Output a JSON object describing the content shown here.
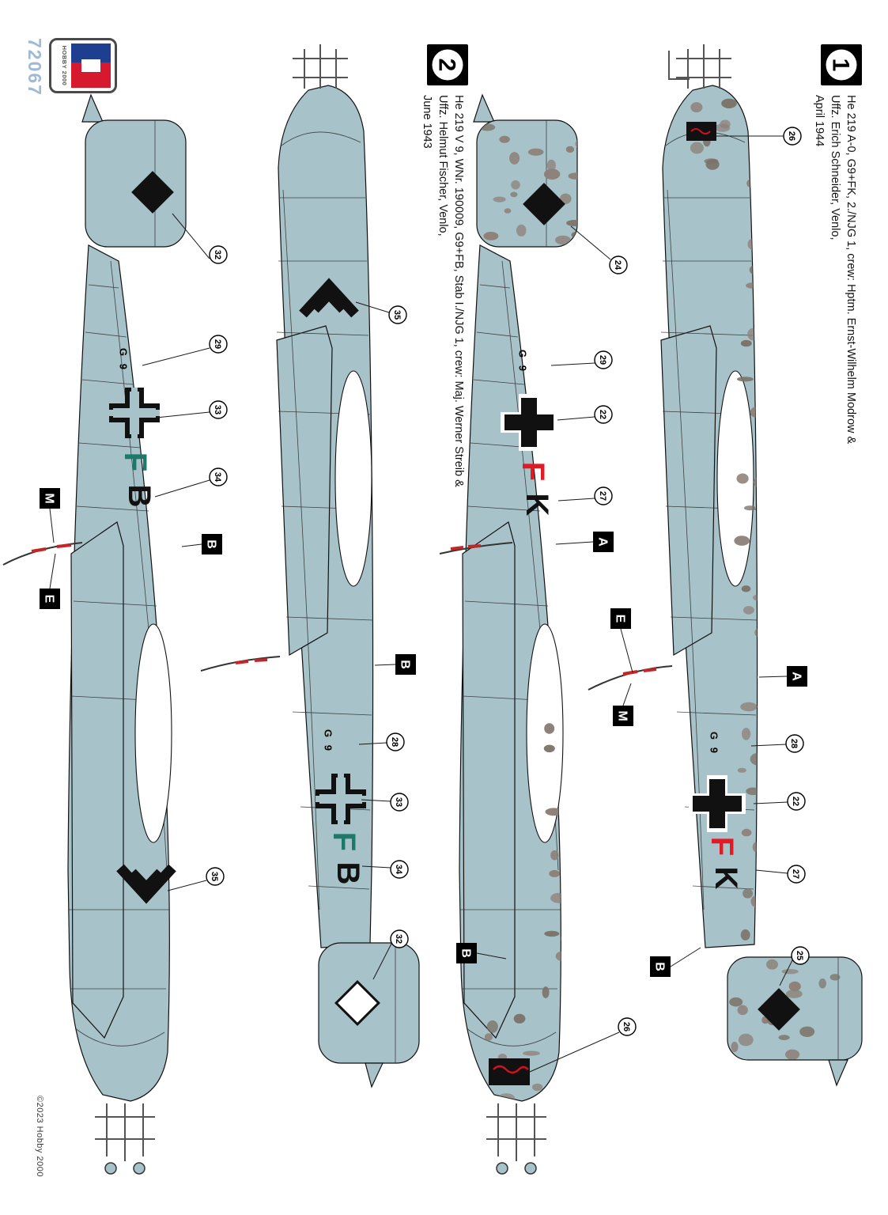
{
  "sheet": {
    "catalog_number": "72067",
    "brand_logo_text": "HOBBY 2000",
    "copyright": "©2023 Hobby 2000"
  },
  "colors": {
    "base": "#a7c2c8",
    "mottle": "#8d8078",
    "mottle_dark": "#7b7268",
    "marking_black": "#111111",
    "letter_green": "#1d7a6a",
    "letter_red": "#e11b23",
    "pitot_red": "#c22626",
    "emblem_red": "#cc1122",
    "logo_blue": "#1e3f8f",
    "logo_red": "#d6192e",
    "catalog_blue": "#9fbad8"
  },
  "schemes": [
    {
      "number": "1",
      "line1": "He 219 A-0, G9+FK, 2./NJG 1, crew: Hptm. Ernst-Wilhelm Modrow &",
      "line2": "Uffz. Erich Schneider, Venlo,",
      "line3": "April 1944"
    },
    {
      "number": "2",
      "line1": "He 219 V 9, WNr. 190009, G9+FB, Stab I./NJG 1, crew: Maj. Werner Streib &",
      "line2": "Uffz. Helmut Fischer, Venlo,",
      "line3": "June 1943"
    }
  ],
  "markings": {
    "unit_code": "G 9",
    "scheme1_f": "F",
    "scheme1_k": "K",
    "scheme2_f": "F",
    "scheme2_b": "B"
  },
  "badges": {
    "a": "A",
    "b": "B",
    "e": "E",
    "m": "M"
  },
  "callouts": {
    "s2_stbd": {
      "diamond": "32",
      "g9": "29",
      "cross": "33",
      "letters": "34",
      "chevron": "35"
    },
    "s2_port": {
      "chevron": "35",
      "g9": "28",
      "cross": "33",
      "letters": "34",
      "diamond": "32"
    },
    "s1_stbd": {
      "diamond": "24",
      "g9": "29",
      "cross": "22",
      "letters": "27",
      "emblem": "26"
    },
    "s1_port": {
      "emblem": "26",
      "g9": "28",
      "cross": "22",
      "letters": "27",
      "diamond": "25"
    }
  }
}
